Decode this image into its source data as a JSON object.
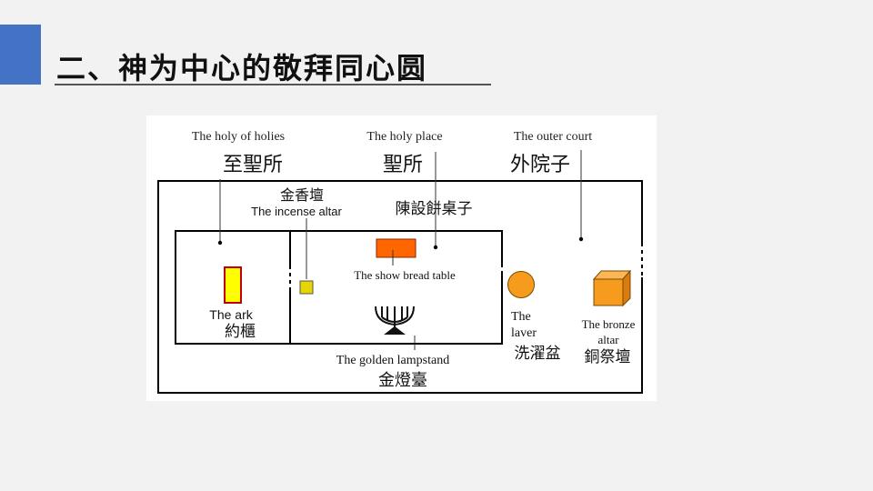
{
  "slide": {
    "title": "二、神为中心的敬拜同心圆"
  },
  "diagram": {
    "zones": {
      "holy_of_holies": {
        "en": "The holy of holies",
        "zh": "至聖所"
      },
      "holy_place": {
        "en": "The holy place",
        "zh": "聖所"
      },
      "outer_court": {
        "en": "The outer court",
        "zh": "外院子"
      }
    },
    "items": {
      "incense_altar": {
        "zh": "金香壇",
        "en": "The incense altar"
      },
      "showbread_table": {
        "zh": "陳設餅桌子",
        "en": "The show bread table"
      },
      "ark": {
        "en": "The ark",
        "zh": "約櫃"
      },
      "lampstand": {
        "en": "The golden lampstand",
        "zh": "金燈臺"
      },
      "laver": {
        "en_line1": "The",
        "en_line2": "laver",
        "zh": "洗濯盆"
      },
      "bronze_altar": {
        "en_line1": "The bronze",
        "en_line2": "altar",
        "zh": "銅祭壇"
      }
    },
    "colors": {
      "ark_fill": "#ffff00",
      "ark_stroke": "#c00000",
      "incense_fill": "#e8d400",
      "table_fill": "#ff6600",
      "laver_fill": "#f79b1e",
      "bronze_fill": "#f79b1e",
      "accent": "#4472c4"
    }
  }
}
